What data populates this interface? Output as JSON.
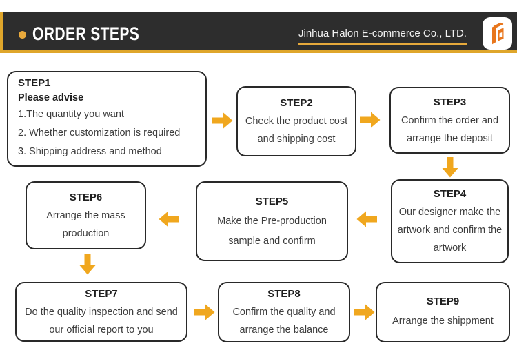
{
  "header": {
    "title": "ORDER STEPS",
    "company": "Jinhua Halon E-commerce Co., LTD.",
    "colors": {
      "bar_background": "#2D2D2D",
      "accent_gold": "#DFA62B",
      "underline_gold": "#E6A93B",
      "logo_orange": "#E8761C"
    }
  },
  "flow": {
    "arrow_color": "#F0A71E",
    "arrows": [
      {
        "name": "arrow-step1-step2",
        "dir": "right"
      },
      {
        "name": "arrow-step2-step3",
        "dir": "right"
      },
      {
        "name": "arrow-step3-step4",
        "dir": "down"
      },
      {
        "name": "arrow-step4-step5",
        "dir": "left"
      },
      {
        "name": "arrow-step5-step6",
        "dir": "left"
      },
      {
        "name": "arrow-step6-step7",
        "dir": "down"
      },
      {
        "name": "arrow-step7-step8",
        "dir": "right"
      },
      {
        "name": "arrow-step8-step9",
        "dir": "right"
      }
    ],
    "steps": [
      {
        "title": "STEP1",
        "subtitle": "Please advise",
        "lines": [
          "1.The quantity you want",
          "2. Whether customization is required",
          "3. Shipping address and method"
        ]
      },
      {
        "title": "STEP2",
        "lines": [
          "Check the product cost",
          "and shipping cost"
        ]
      },
      {
        "title": "STEP3",
        "lines": [
          "Confirm the order and",
          "arrange the deposit"
        ]
      },
      {
        "title": "STEP4",
        "lines": [
          "Our designer make the",
          "artwork and confirm the",
          "artwork"
        ]
      },
      {
        "title": "STEP5",
        "lines": [
          "Make the Pre-production",
          "sample and confirm"
        ]
      },
      {
        "title": "STEP6",
        "lines": [
          "Arrange the mass",
          "production"
        ]
      },
      {
        "title": "STEP7",
        "lines": [
          "Do the quality inspection and send",
          "our official report to you"
        ]
      },
      {
        "title": "STEP8",
        "lines": [
          "Confirm the quality and",
          "arrange the balance"
        ]
      },
      {
        "title": "STEP9",
        "lines": [
          "Arrange the shippment"
        ]
      }
    ]
  }
}
